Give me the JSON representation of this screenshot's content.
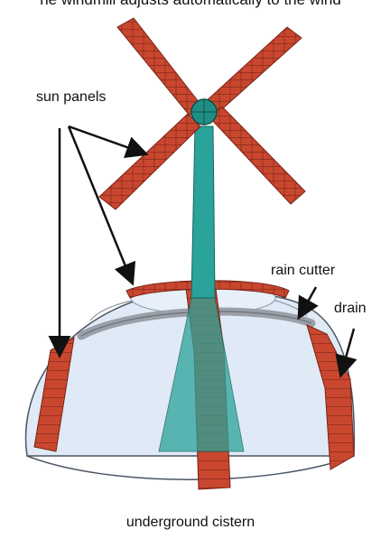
{
  "caption_top": "he windmill adjusts automatically to the wind",
  "labels": {
    "sun_panels": "sun panels",
    "rain_cutter": "rain cutter",
    "drain": "drain",
    "underground_cistern": "underground cistern"
  },
  "colors": {
    "panel": "#c9472f",
    "panel_line": "#7a2417",
    "mast": "#2aa39a",
    "dome": "#dfeaf6",
    "gutter": "#9a9fa8",
    "hub": "#1f8f86"
  }
}
